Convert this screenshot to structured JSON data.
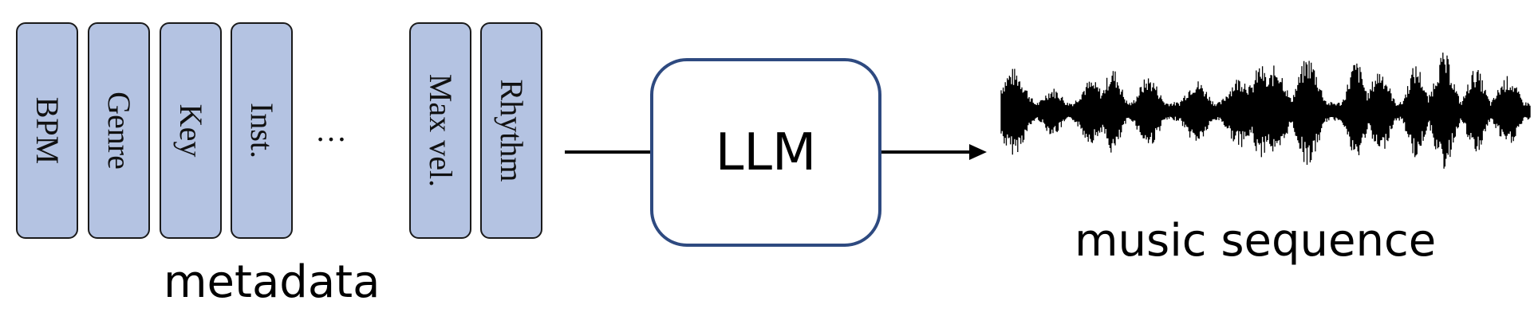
{
  "metadata": {
    "items": [
      "BPM",
      "Genre",
      "Key",
      "Inst."
    ],
    "ellipsis": "…",
    "tail_items": [
      "Max vel.",
      "Rhythm"
    ],
    "caption": "metadata"
  },
  "model": {
    "label": "LLM",
    "border_color": "#2e4a80"
  },
  "output": {
    "caption": "music sequence"
  },
  "colors": {
    "card_fill": "#b4c3e2",
    "waveform": "#000000"
  }
}
